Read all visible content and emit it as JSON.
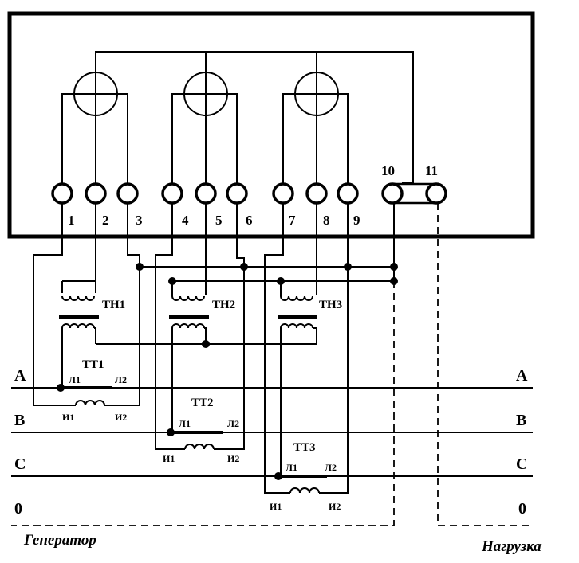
{
  "meter": {
    "terminals": [
      "1",
      "2",
      "3",
      "4",
      "5",
      "6",
      "7",
      "8",
      "9",
      "10",
      "11"
    ]
  },
  "voltage_transformers": [
    "ТН1",
    "ТН2",
    "ТН3"
  ],
  "current_transformers": [
    {
      "name": "ТТ1",
      "l1": "Л1",
      "l2": "Л2",
      "i1": "И1",
      "i2": "И2"
    },
    {
      "name": "ТТ2",
      "l1": "Л1",
      "l2": "Л2",
      "i1": "И1",
      "i2": "И2"
    },
    {
      "name": "ТТ3",
      "l1": "Л1",
      "l2": "Л2",
      "i1": "И1",
      "i2": "И2"
    }
  ],
  "phases": {
    "left": [
      "A",
      "B",
      "C",
      "0"
    ],
    "right": [
      "A",
      "B",
      "C",
      "0"
    ]
  },
  "footer": {
    "generator": "Генератор",
    "load": "Нагрузка"
  }
}
